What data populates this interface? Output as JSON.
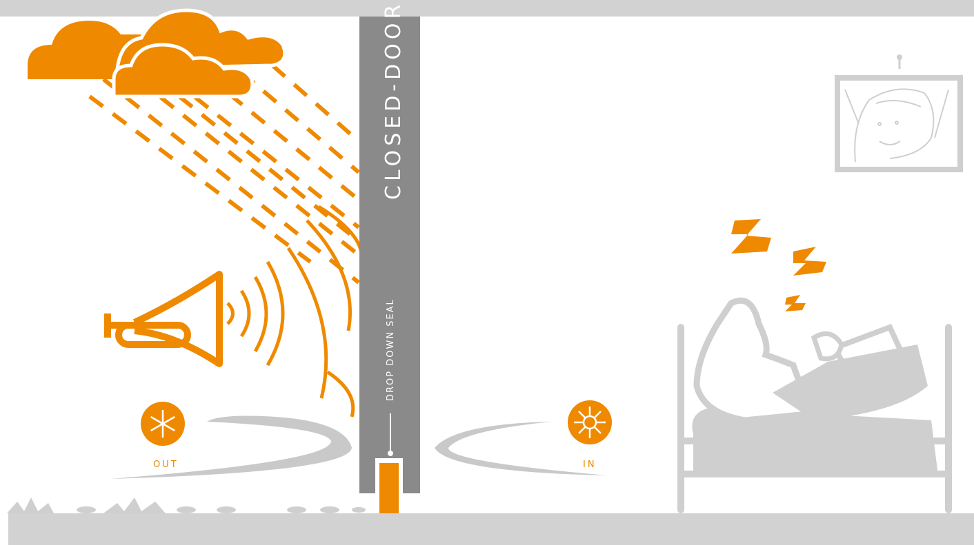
{
  "door": {
    "title": "CLOSED-DOOR",
    "seal_label": "DROP DOWN SEAL"
  },
  "outside": {
    "label": "OUT",
    "icon": "snowflake-icon"
  },
  "inside": {
    "label": "IN",
    "icon": "sun-icon"
  },
  "colors": {
    "orange": "#ef8a00",
    "door_gray": "#8a8a8a",
    "light_gray": "#cfcfcf"
  }
}
